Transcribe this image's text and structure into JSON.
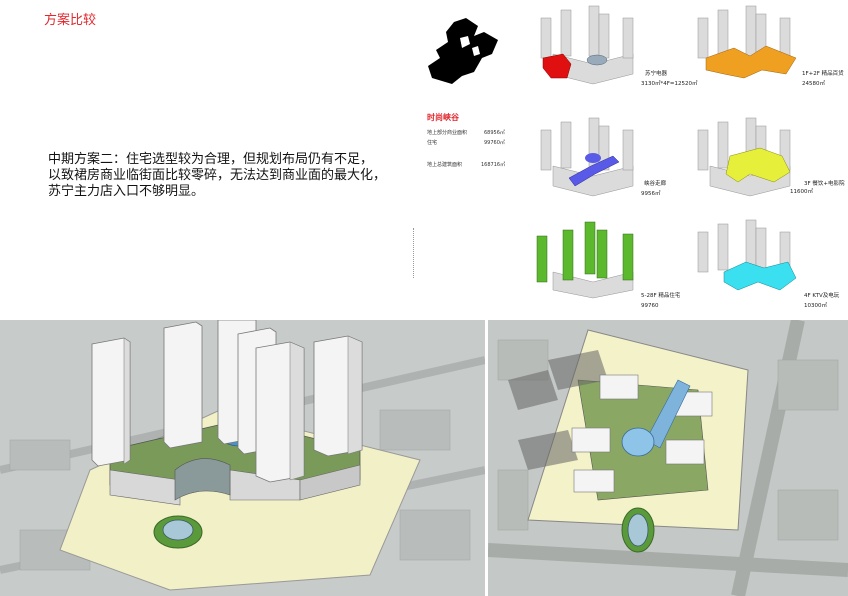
{
  "header": {
    "title": "方案比较"
  },
  "description": {
    "lines": [
      "中期方案二：住宅选型较为合理，但规划布局仍有不足，",
      "以致裙房商业临街面比较零碎，无法达到商业面的最大化，",
      "苏宁主力店入口不够明显。"
    ]
  },
  "project": {
    "name": "时尚峡谷",
    "stats": [
      {
        "label": "地上部分商业面积",
        "value": "68956㎡"
      },
      {
        "label": "住宅",
        "value": "99760㎡"
      },
      {
        "label": "地上总建筑面积",
        "value": "168716㎡"
      }
    ]
  },
  "components": [
    {
      "caption1": "苏宁电器",
      "caption2": "3130㎡*4F=12520㎡",
      "color": "#e01010"
    },
    {
      "caption1": "1F+2F  精品百货",
      "caption2": "24580㎡",
      "color": "#f0a020"
    },
    {
      "caption1": "峡谷走廊",
      "caption2": "9956㎡",
      "color": "#5a5ae8"
    },
    {
      "caption1": "3F  餐饮+电影院",
      "caption2": "11600㎡",
      "color": "#e6f03a"
    },
    {
      "caption1": "5-28F  精品住宅",
      "caption2": "99760",
      "color": "#5cb82c"
    },
    {
      "caption1": "4F  KTV及电玩",
      "caption2": "10300㎡",
      "color": "#3ae0f0"
    }
  ]
}
